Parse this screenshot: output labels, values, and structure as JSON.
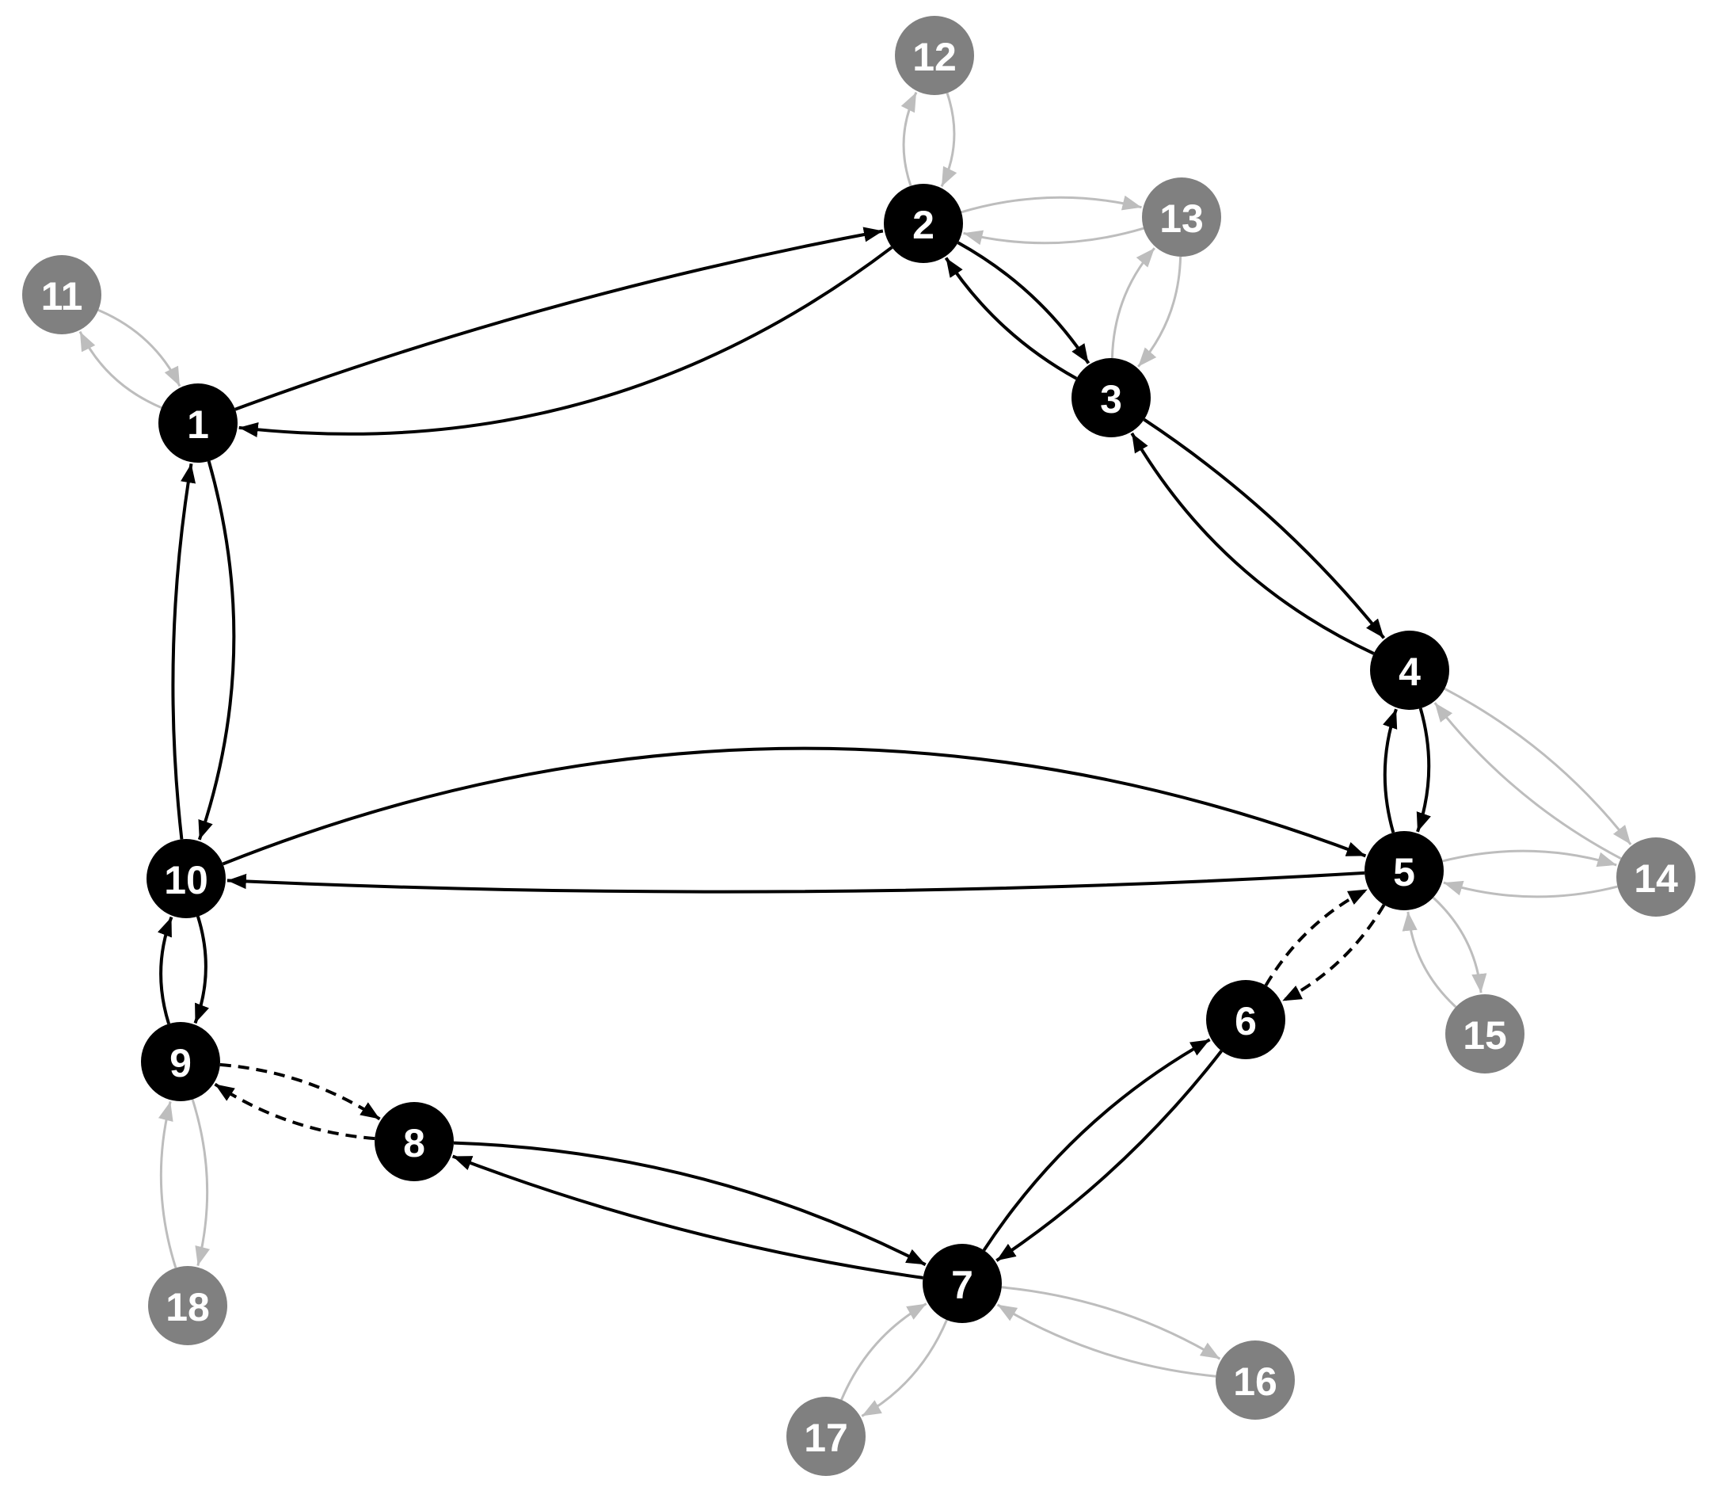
{
  "diagram": {
    "colors": {
      "primary_node": "#000000",
      "secondary_node": "#808080",
      "primary_edge": "#000000",
      "secondary_edge": "#bdbdbd",
      "label": "#ffffff"
    },
    "nodes": [
      {
        "id": "1",
        "label": "1",
        "kind": "primary"
      },
      {
        "id": "2",
        "label": "2",
        "kind": "primary"
      },
      {
        "id": "3",
        "label": "3",
        "kind": "primary"
      },
      {
        "id": "4",
        "label": "4",
        "kind": "primary"
      },
      {
        "id": "5",
        "label": "5",
        "kind": "primary"
      },
      {
        "id": "6",
        "label": "6",
        "kind": "primary"
      },
      {
        "id": "7",
        "label": "7",
        "kind": "primary"
      },
      {
        "id": "8",
        "label": "8",
        "kind": "primary"
      },
      {
        "id": "9",
        "label": "9",
        "kind": "primary"
      },
      {
        "id": "10",
        "label": "10",
        "kind": "primary"
      },
      {
        "id": "11",
        "label": "11",
        "kind": "secondary"
      },
      {
        "id": "12",
        "label": "12",
        "kind": "secondary"
      },
      {
        "id": "13",
        "label": "13",
        "kind": "secondary"
      },
      {
        "id": "14",
        "label": "14",
        "kind": "secondary"
      },
      {
        "id": "15",
        "label": "15",
        "kind": "secondary"
      },
      {
        "id": "16",
        "label": "16",
        "kind": "secondary"
      },
      {
        "id": "17",
        "label": "17",
        "kind": "secondary"
      },
      {
        "id": "18",
        "label": "18",
        "kind": "secondary"
      }
    ],
    "edges": [
      {
        "from": "1",
        "to": "2",
        "style": "solid",
        "kind": "primary"
      },
      {
        "from": "2",
        "to": "1",
        "style": "solid",
        "kind": "primary"
      },
      {
        "from": "2",
        "to": "3",
        "style": "solid",
        "kind": "primary"
      },
      {
        "from": "3",
        "to": "2",
        "style": "solid",
        "kind": "primary"
      },
      {
        "from": "3",
        "to": "4",
        "style": "solid",
        "kind": "primary"
      },
      {
        "from": "4",
        "to": "3",
        "style": "solid",
        "kind": "primary"
      },
      {
        "from": "4",
        "to": "5",
        "style": "solid",
        "kind": "primary"
      },
      {
        "from": "5",
        "to": "4",
        "style": "solid",
        "kind": "primary"
      },
      {
        "from": "5",
        "to": "10",
        "style": "solid",
        "kind": "primary"
      },
      {
        "from": "10",
        "to": "5",
        "style": "solid",
        "kind": "primary"
      },
      {
        "from": "5",
        "to": "6",
        "style": "dashed",
        "kind": "primary"
      },
      {
        "from": "6",
        "to": "5",
        "style": "dashed",
        "kind": "primary"
      },
      {
        "from": "6",
        "to": "7",
        "style": "solid",
        "kind": "primary"
      },
      {
        "from": "7",
        "to": "6",
        "style": "solid",
        "kind": "primary"
      },
      {
        "from": "7",
        "to": "8",
        "style": "solid",
        "kind": "primary"
      },
      {
        "from": "8",
        "to": "7",
        "style": "solid",
        "kind": "primary"
      },
      {
        "from": "8",
        "to": "9",
        "style": "dashed",
        "kind": "primary"
      },
      {
        "from": "9",
        "to": "8",
        "style": "dashed",
        "kind": "primary"
      },
      {
        "from": "9",
        "to": "10",
        "style": "solid",
        "kind": "primary"
      },
      {
        "from": "10",
        "to": "9",
        "style": "solid",
        "kind": "primary"
      },
      {
        "from": "10",
        "to": "1",
        "style": "solid",
        "kind": "primary"
      },
      {
        "from": "1",
        "to": "10",
        "style": "solid",
        "kind": "primary"
      },
      {
        "from": "1",
        "to": "11",
        "style": "solid",
        "kind": "secondary"
      },
      {
        "from": "11",
        "to": "1",
        "style": "solid",
        "kind": "secondary"
      },
      {
        "from": "2",
        "to": "12",
        "style": "solid",
        "kind": "secondary"
      },
      {
        "from": "12",
        "to": "2",
        "style": "solid",
        "kind": "secondary"
      },
      {
        "from": "2",
        "to": "13",
        "style": "solid",
        "kind": "secondary"
      },
      {
        "from": "13",
        "to": "2",
        "style": "solid",
        "kind": "secondary"
      },
      {
        "from": "3",
        "to": "13",
        "style": "solid",
        "kind": "secondary"
      },
      {
        "from": "13",
        "to": "3",
        "style": "solid",
        "kind": "secondary"
      },
      {
        "from": "4",
        "to": "14",
        "style": "solid",
        "kind": "secondary"
      },
      {
        "from": "14",
        "to": "4",
        "style": "solid",
        "kind": "secondary"
      },
      {
        "from": "5",
        "to": "14",
        "style": "solid",
        "kind": "secondary"
      },
      {
        "from": "14",
        "to": "5",
        "style": "solid",
        "kind": "secondary"
      },
      {
        "from": "5",
        "to": "15",
        "style": "solid",
        "kind": "secondary"
      },
      {
        "from": "15",
        "to": "5",
        "style": "solid",
        "kind": "secondary"
      },
      {
        "from": "7",
        "to": "16",
        "style": "solid",
        "kind": "secondary"
      },
      {
        "from": "16",
        "to": "7",
        "style": "solid",
        "kind": "secondary"
      },
      {
        "from": "7",
        "to": "17",
        "style": "solid",
        "kind": "secondary"
      },
      {
        "from": "17",
        "to": "7",
        "style": "solid",
        "kind": "secondary"
      },
      {
        "from": "9",
        "to": "18",
        "style": "solid",
        "kind": "secondary"
      },
      {
        "from": "18",
        "to": "9",
        "style": "solid",
        "kind": "secondary"
      }
    ]
  }
}
